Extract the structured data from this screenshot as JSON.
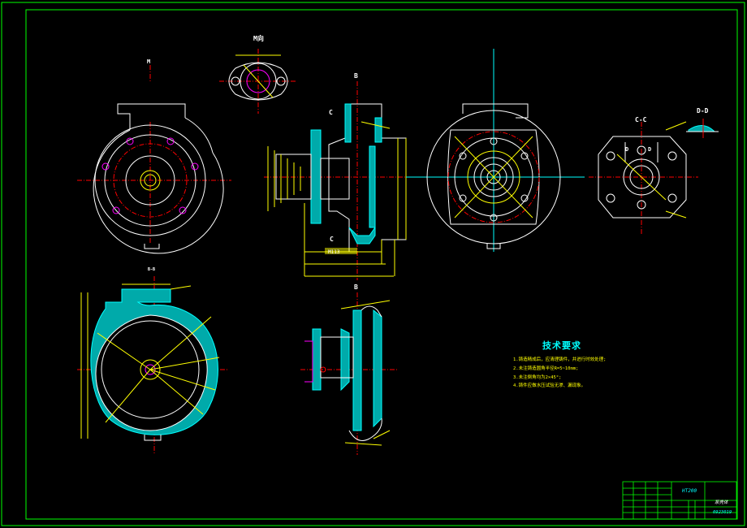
{
  "views": {
    "m_direction": "M向",
    "m_mark": "M",
    "b_top": "B",
    "b_bottom": "B",
    "c_top": "C",
    "c_bottom": "C",
    "cc": "C-C",
    "dd": "D-D",
    "d_left": "D",
    "d_right": "D",
    "bb": "B-B"
  },
  "tech_req": {
    "title": "技术要求",
    "items": [
      "1.铸造精成后，应清理铸件，并进行时效处理;",
      "2.未注铸造圆角半径R=5~10mm;",
      "3.未注倒角均为2×45°;",
      "4.铸件应做水压试验无渗、漏现象。"
    ]
  },
  "title_block": {
    "material": "HT200",
    "name": "泵壳体",
    "code": "0923019"
  },
  "callout": "M113"
}
